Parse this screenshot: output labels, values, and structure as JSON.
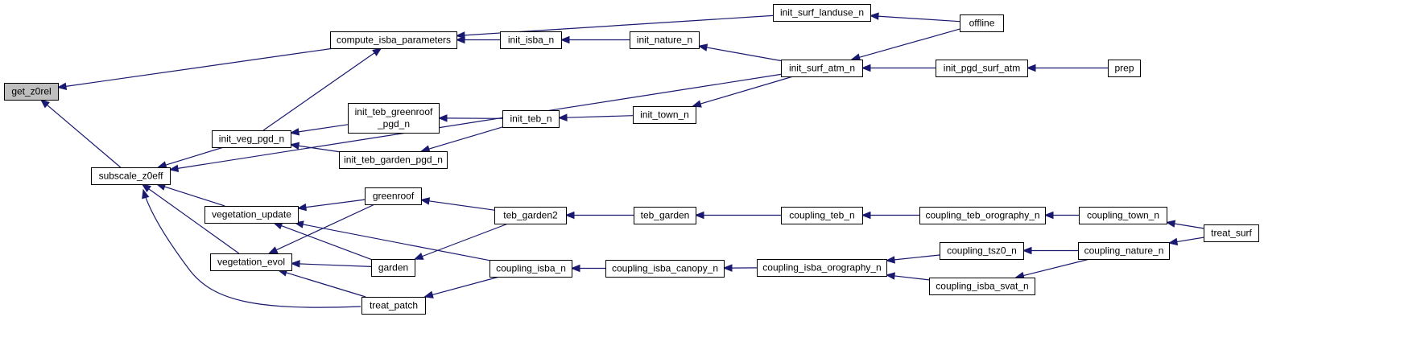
{
  "colors": {
    "edge": "#191970",
    "root_fill": "#bfbfbf",
    "node_fill": "#ffffff",
    "node_border": "#000000"
  },
  "nodes": [
    {
      "id": "get_z0rel",
      "lines": [
        "get_z0rel"
      ],
      "root": true
    },
    {
      "id": "subscale_z0eff",
      "lines": [
        "subscale_z0eff"
      ]
    },
    {
      "id": "compute_isba_parameters",
      "lines": [
        "compute_isba_parameters"
      ]
    },
    {
      "id": "init_veg_pgd_n",
      "lines": [
        "init_veg_pgd_n"
      ]
    },
    {
      "id": "vegetation_update",
      "lines": [
        "vegetation_update"
      ]
    },
    {
      "id": "vegetation_evol",
      "lines": [
        "vegetation_evol"
      ]
    },
    {
      "id": "treat_patch",
      "lines": [
        "treat_patch"
      ]
    },
    {
      "id": "init_teb_greenroof_pgd_n",
      "lines": [
        "init_teb_greenroof",
        "_pgd_n"
      ]
    },
    {
      "id": "init_teb_garden_pgd_n",
      "lines": [
        "init_teb_garden_pgd_n"
      ]
    },
    {
      "id": "greenroof",
      "lines": [
        "greenroof"
      ]
    },
    {
      "id": "garden",
      "lines": [
        "garden"
      ]
    },
    {
      "id": "init_isba_n",
      "lines": [
        "init_isba_n"
      ]
    },
    {
      "id": "init_teb_n",
      "lines": [
        "init_teb_n"
      ]
    },
    {
      "id": "teb_garden2",
      "lines": [
        "teb_garden2"
      ]
    },
    {
      "id": "coupling_isba_n",
      "lines": [
        "coupling_isba_n"
      ]
    },
    {
      "id": "init_nature_n",
      "lines": [
        "init_nature_n"
      ]
    },
    {
      "id": "init_town_n",
      "lines": [
        "init_town_n"
      ]
    },
    {
      "id": "teb_garden",
      "lines": [
        "teb_garden"
      ]
    },
    {
      "id": "coupling_isba_canopy_n",
      "lines": [
        "coupling_isba_canopy_n"
      ]
    },
    {
      "id": "init_surf_landuse_n",
      "lines": [
        "init_surf_landuse_n"
      ]
    },
    {
      "id": "init_surf_atm_n",
      "lines": [
        "init_surf_atm_n"
      ]
    },
    {
      "id": "coupling_teb_n",
      "lines": [
        "coupling_teb_n"
      ]
    },
    {
      "id": "coupling_isba_orography_n",
      "lines": [
        "coupling_isba_orography_n"
      ]
    },
    {
      "id": "offline",
      "lines": [
        "offline"
      ]
    },
    {
      "id": "init_pgd_surf_atm",
      "lines": [
        "init_pgd_surf_atm"
      ]
    },
    {
      "id": "coupling_teb_orography_n",
      "lines": [
        "coupling_teb_orography_n"
      ]
    },
    {
      "id": "coupling_tsz0_n",
      "lines": [
        "coupling_tsz0_n"
      ]
    },
    {
      "id": "coupling_isba_svat_n",
      "lines": [
        "coupling_isba_svat_n"
      ]
    },
    {
      "id": "prep",
      "lines": [
        "prep"
      ]
    },
    {
      "id": "coupling_town_n",
      "lines": [
        "coupling_town_n"
      ]
    },
    {
      "id": "coupling_nature_n",
      "lines": [
        "coupling_nature_n"
      ]
    },
    {
      "id": "treat_surf",
      "lines": [
        "treat_surf"
      ]
    }
  ],
  "edges": [
    {
      "from": "compute_isba_parameters",
      "to": "get_z0rel"
    },
    {
      "from": "subscale_z0eff",
      "to": "get_z0rel"
    },
    {
      "from": "init_isba_n",
      "to": "compute_isba_parameters"
    },
    {
      "from": "init_surf_landuse_n",
      "to": "compute_isba_parameters"
    },
    {
      "from": "init_veg_pgd_n",
      "to": "compute_isba_parameters"
    },
    {
      "from": "init_nature_n",
      "to": "init_isba_n"
    },
    {
      "from": "init_surf_atm_n",
      "to": "init_nature_n"
    },
    {
      "from": "offline",
      "to": "init_surf_landuse_n"
    },
    {
      "from": "offline",
      "to": "init_surf_atm_n"
    },
    {
      "from": "init_pgd_surf_atm",
      "to": "init_surf_atm_n"
    },
    {
      "from": "prep",
      "to": "init_pgd_surf_atm"
    },
    {
      "from": "init_surf_atm_n",
      "to": "subscale_z0eff"
    },
    {
      "from": "init_veg_pgd_n",
      "to": "subscale_z0eff"
    },
    {
      "from": "vegetation_update",
      "to": "subscale_z0eff"
    },
    {
      "from": "vegetation_evol",
      "to": "subscale_z0eff"
    },
    {
      "from": "treat_patch",
      "to": "subscale_z0eff"
    },
    {
      "from": "init_teb_greenroof_pgd_n",
      "to": "init_veg_pgd_n"
    },
    {
      "from": "init_teb_garden_pgd_n",
      "to": "init_veg_pgd_n"
    },
    {
      "from": "init_teb_n",
      "to": "init_teb_greenroof_pgd_n"
    },
    {
      "from": "init_teb_n",
      "to": "init_teb_garden_pgd_n"
    },
    {
      "from": "init_town_n",
      "to": "init_teb_n"
    },
    {
      "from": "init_surf_atm_n",
      "to": "init_town_n"
    },
    {
      "from": "greenroof",
      "to": "vegetation_update"
    },
    {
      "from": "garden",
      "to": "vegetation_update"
    },
    {
      "from": "coupling_isba_n",
      "to": "vegetation_update"
    },
    {
      "from": "greenroof",
      "to": "vegetation_evol"
    },
    {
      "from": "garden",
      "to": "vegetation_evol"
    },
    {
      "from": "treat_patch",
      "to": "vegetation_evol"
    },
    {
      "from": "teb_garden2",
      "to": "greenroof"
    },
    {
      "from": "teb_garden2",
      "to": "garden"
    },
    {
      "from": "coupling_isba_n",
      "to": "treat_patch"
    },
    {
      "from": "teb_garden",
      "to": "teb_garden2"
    },
    {
      "from": "coupling_teb_n",
      "to": "teb_garden"
    },
    {
      "from": "coupling_teb_orography_n",
      "to": "coupling_teb_n"
    },
    {
      "from": "coupling_town_n",
      "to": "coupling_teb_orography_n"
    },
    {
      "from": "treat_surf",
      "to": "coupling_town_n"
    },
    {
      "from": "coupling_isba_canopy_n",
      "to": "coupling_isba_n"
    },
    {
      "from": "coupling_isba_orography_n",
      "to": "coupling_isba_canopy_n"
    },
    {
      "from": "coupling_tsz0_n",
      "to": "coupling_isba_orography_n"
    },
    {
      "from": "coupling_isba_svat_n",
      "to": "coupling_isba_orography_n"
    },
    {
      "from": "coupling_nature_n",
      "to": "coupling_tsz0_n"
    },
    {
      "from": "coupling_nature_n",
      "to": "coupling_isba_svat_n"
    },
    {
      "from": "treat_surf",
      "to": "coupling_nature_n"
    }
  ]
}
